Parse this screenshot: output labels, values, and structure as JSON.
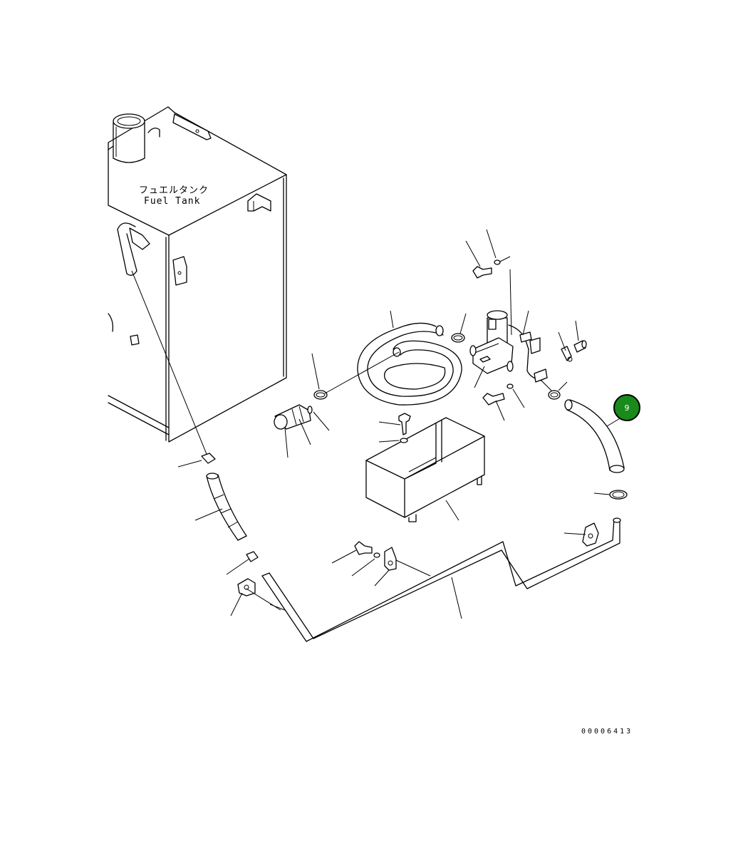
{
  "tank_label": {
    "japanese": "フュエルタンク",
    "english": "Fuel Tank"
  },
  "callout": {
    "number": "9",
    "fill_color": "#1a8a1a",
    "border_color": "#000000",
    "text_color": "#ffffff"
  },
  "drawing_number": "00006413",
  "line_color": "#000000",
  "background_color": "#ffffff"
}
